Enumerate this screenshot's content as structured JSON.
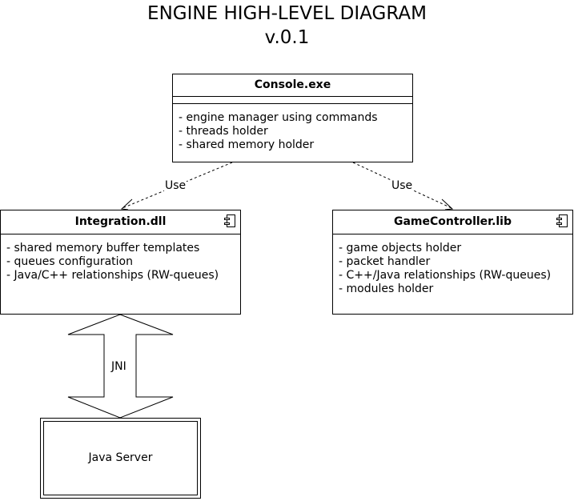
{
  "header": {
    "title": "ENGINE HIGH-LEVEL DIAGRAM",
    "version": "v.0.1"
  },
  "console": {
    "name": "Console.exe",
    "items": [
      "- engine manager using commands",
      "- threads holder",
      "- shared memory holder"
    ]
  },
  "integration": {
    "name": "Integration.dll",
    "items": [
      "- shared memory buffer templates",
      "- queues configuration",
      "- Java/C++ relationships (RW-queues)"
    ]
  },
  "gamecontroller": {
    "name": "GameController.lib",
    "items": [
      "- game objects holder",
      "- packet handler",
      "- C++/Java relationships (RW-queues)",
      "- modules holder"
    ]
  },
  "edges": {
    "use_left": "Use",
    "use_right": "Use",
    "jni": "JNI"
  },
  "java_server": {
    "name": "Java Server"
  }
}
